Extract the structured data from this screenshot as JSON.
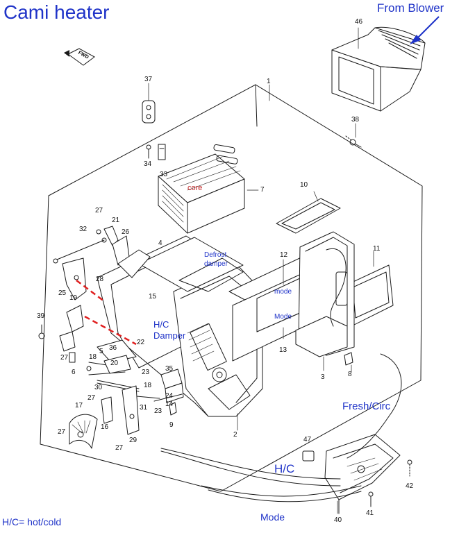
{
  "title": "Cami heater",
  "from_blower": "From Blower",
  "fwd_tag": "FWD",
  "labels": {
    "core": "core",
    "defrost": "Defrost",
    "damper": "damper",
    "mode_upper": "mode",
    "mode_lower": "Mode",
    "hc": "H/C",
    "hc_damper": "Damper",
    "fresh_circ": "Fresh/Circ",
    "hc_big": "H/C",
    "mode_bottom": "Mode",
    "legend": "H/C= hot/cold"
  },
  "part_numbers": [
    {
      "id": "p46",
      "text": "46"
    },
    {
      "id": "p1",
      "text": "1"
    },
    {
      "id": "p37",
      "text": "37"
    },
    {
      "id": "p38",
      "text": "38"
    },
    {
      "id": "p34",
      "text": "34"
    },
    {
      "id": "p33",
      "text": "33"
    },
    {
      "id": "p7",
      "text": "7"
    },
    {
      "id": "p10",
      "text": "10"
    },
    {
      "id": "p27a",
      "text": "27"
    },
    {
      "id": "p21",
      "text": "21"
    },
    {
      "id": "p26",
      "text": "26"
    },
    {
      "id": "p32",
      "text": "32"
    },
    {
      "id": "p4",
      "text": "4"
    },
    {
      "id": "p12",
      "text": "12"
    },
    {
      "id": "p11",
      "text": "11"
    },
    {
      "id": "p28",
      "text": "28"
    },
    {
      "id": "p25",
      "text": "25"
    },
    {
      "id": "p19",
      "text": "19"
    },
    {
      "id": "p15",
      "text": "15"
    },
    {
      "id": "p39",
      "text": "39"
    },
    {
      "id": "p22",
      "text": "22"
    },
    {
      "id": "p13",
      "text": "13"
    },
    {
      "id": "p27b",
      "text": "27"
    },
    {
      "id": "p6",
      "text": "6"
    },
    {
      "id": "p18a",
      "text": "18"
    },
    {
      "id": "p5",
      "text": "5"
    },
    {
      "id": "p36",
      "text": "36"
    },
    {
      "id": "p20",
      "text": "20"
    },
    {
      "id": "p3",
      "text": "3"
    },
    {
      "id": "p8",
      "text": "8"
    },
    {
      "id": "p23a",
      "text": "23"
    },
    {
      "id": "p35",
      "text": "35"
    },
    {
      "id": "p18b",
      "text": "18"
    },
    {
      "id": "p30",
      "text": "30"
    },
    {
      "id": "p24",
      "text": "24"
    },
    {
      "id": "p14",
      "text": "14"
    },
    {
      "id": "p31",
      "text": "31"
    },
    {
      "id": "p23b",
      "text": "23"
    },
    {
      "id": "p27c",
      "text": "27"
    },
    {
      "id": "p17",
      "text": "17"
    },
    {
      "id": "p9",
      "text": "9"
    },
    {
      "id": "p16",
      "text": "16"
    },
    {
      "id": "p29",
      "text": "29"
    },
    {
      "id": "p2",
      "text": "2"
    },
    {
      "id": "p27d",
      "text": "27"
    },
    {
      "id": "p27e",
      "text": "27"
    },
    {
      "id": "p47",
      "text": "47"
    },
    {
      "id": "p42",
      "text": "42"
    },
    {
      "id": "p41",
      "text": "41"
    },
    {
      "id": "p40",
      "text": "40"
    }
  ],
  "colors": {
    "line": "#1a1a1a",
    "annotation_blue": "#1f33c8",
    "annotation_red": "#c22222",
    "dash_red": "#e02020"
  }
}
